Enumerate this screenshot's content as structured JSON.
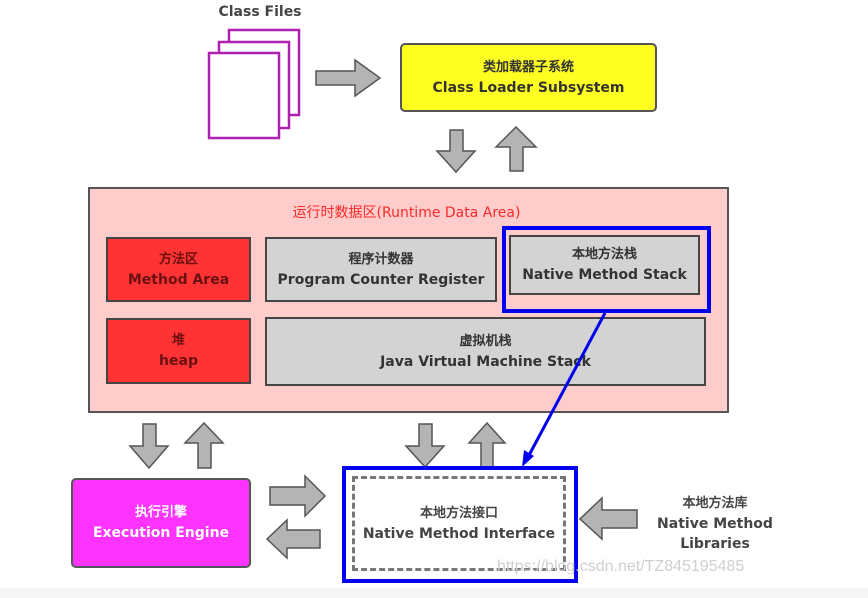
{
  "class_files": {
    "label": "Class Files",
    "icon": "stacked-documents-icon"
  },
  "class_loader": {
    "zh": "类加载器子系统",
    "en": "Class Loader Subsystem"
  },
  "runtime_data_area": {
    "title": "运行时数据区(Runtime Data Area)",
    "components": {
      "method_area": {
        "zh": "方法区",
        "en": "Method Area"
      },
      "heap": {
        "zh": "堆",
        "en": "heap"
      },
      "program_counter": {
        "zh": "程序计数器",
        "en": "Program Counter Register"
      },
      "native_method_stack": {
        "zh": "本地方法栈",
        "en": "Native Method Stack"
      },
      "jvm_stack": {
        "zh": "虚拟机栈",
        "en": "Java Virtual Machine Stack"
      }
    }
  },
  "execution_engine": {
    "zh": "执行引擎",
    "en": "Execution Engine"
  },
  "native_method_interface": {
    "zh": "本地方法接口",
    "en": "Native Method Interface"
  },
  "native_method_libraries": {
    "zh": "本地方法库",
    "en1": "Native Method",
    "en2": "Libraries"
  },
  "watermark": "https://blog.csdn.net/TZ845195485",
  "colors": {
    "loader": "#ffff22",
    "runtime_bg": "#ffcccc",
    "runtime_title": "#ff2a2a",
    "red_area": "#ff3333",
    "grey_area": "#d3d3d3",
    "execution_engine": "#ff33ff",
    "highlight": "#0000ee",
    "class_file_border": "#b020b0",
    "arrow_fill": "#b4b4b4"
  }
}
